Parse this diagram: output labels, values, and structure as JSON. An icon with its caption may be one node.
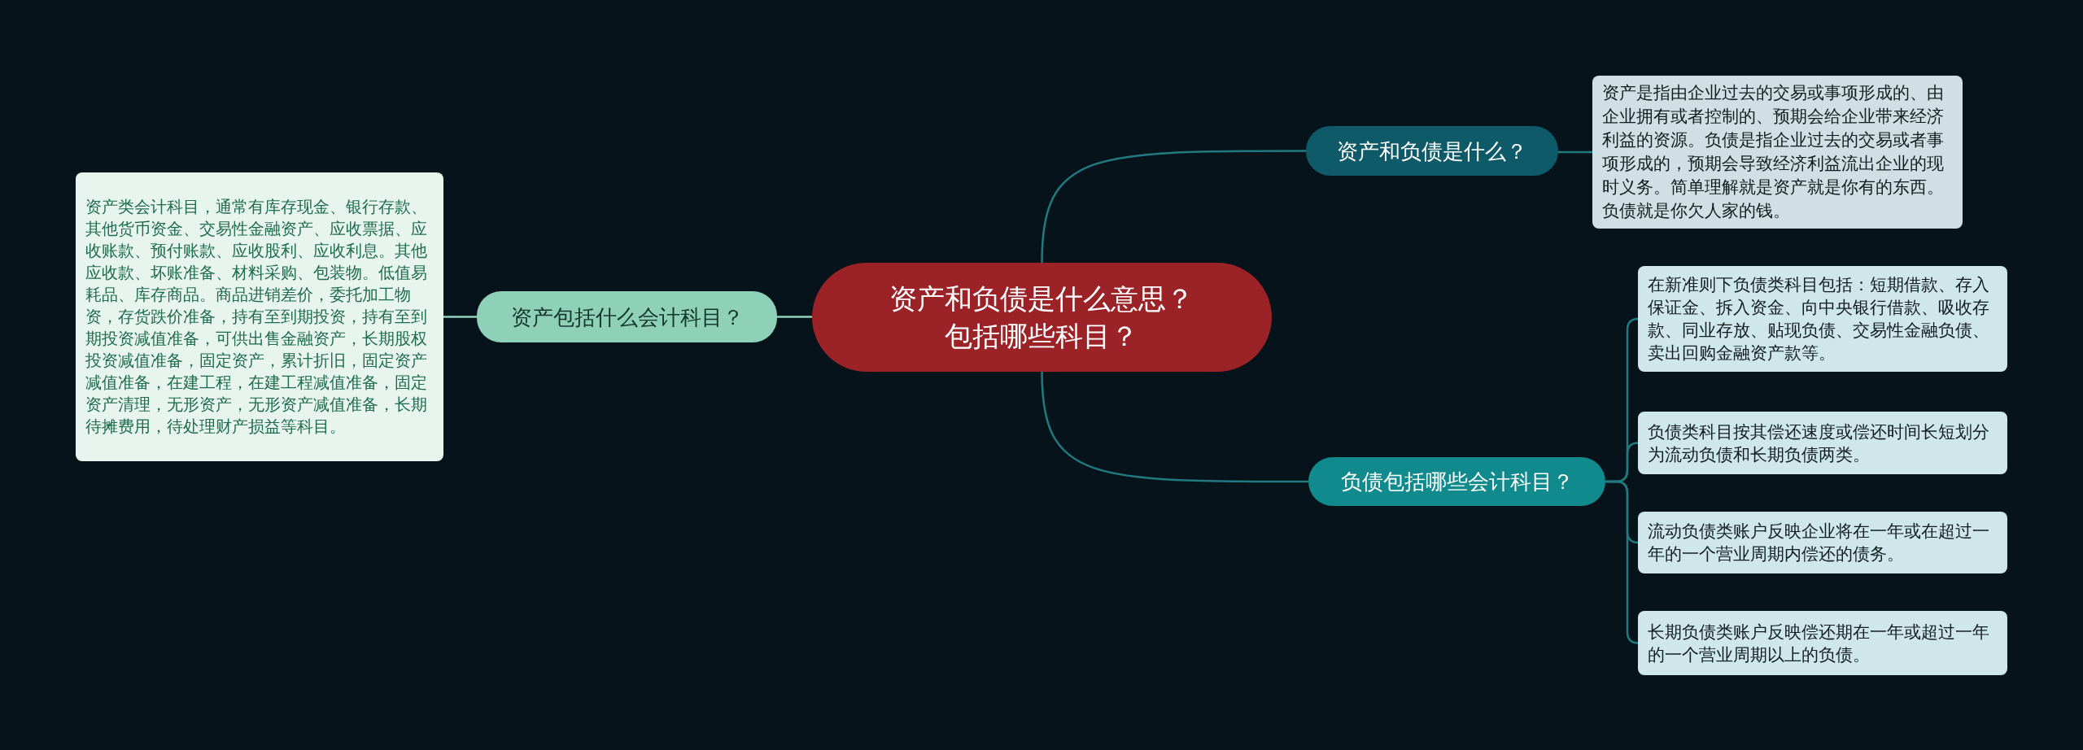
{
  "diagram": {
    "nodes": [
      {
        "text": [
          "资产和负债是什么意思？包括哪些科目？"
        ]
      },
      {
        "text": [
          "资产和负债是什么？"
        ]
      },
      {
        "text": [
          "资产是指由企业过去的交易或事项形成的、由企业拥有或者控制的、预期会给企业带来经济利益的资源。负债是指企业过去的交易或者事项形成的，预期会导致经济利益流出企业的现时义务。简单理解就是资产就是你有的东西。负债就是你欠人家的钱。"
        ]
      },
      {
        "text": [
          "负债包括哪些会计科目？"
        ]
      },
      {
        "text": [
          "在新准则下负债类科目包括：短期借款、存入保证金、拆入资金、向中央银行借款、吸收存款、同业存放、贴现负债、交易性金融负债、卖出回购金融资产款等。"
        ]
      },
      {
        "text": [
          "负债类科目按其偿还速度或偿还时间长短划分为流动负债和长期负债两类。"
        ]
      },
      {
        "text": [
          "流动负债类账户反映企业将在一年或在超过一年的一个营业周期内偿还的债务。"
        ]
      },
      {
        "text": [
          "长期负债类账户反映偿还期在一年或超过一年的一个营业周期以上的负债。"
        ]
      },
      {
        "text": [
          "资产包括什么会计科目？"
        ]
      },
      {
        "text": [
          "资产类会计科目，通常有库存现金、银行存款、其他货币资金、交易性金融资产、应收票据、应收账款、预付账款、应收股利、应收利息。其他应收款、坏账准备、材料采购、包装物。低值易耗品、库存商品。商品进销差价，委托加工物资，存货跌价准备，持有至到期投资，持有至到期投资减值准备，可供出售金融资产，长期股权投资减值准备，固定资产，累计折旧，固定资产减值准备，在建工程，在建工程减值准备，固定资产清理，无形资产，无形资产减值准备，长期待摊费用，待处理财产损益等科目。"
        ]
      }
    ],
    "edges": [
      {
        "from": 0,
        "to": 1,
        "arrow": "none"
      },
      {
        "from": 1,
        "to": 2,
        "arrow": "none"
      },
      {
        "from": 0,
        "to": 3,
        "arrow": "none"
      },
      {
        "from": 3,
        "to": 4,
        "arrow": "none"
      },
      {
        "from": 3,
        "to": 5,
        "arrow": "none"
      },
      {
        "from": 3,
        "to": 6,
        "arrow": "none"
      },
      {
        "from": 3,
        "to": 7,
        "arrow": "none"
      },
      {
        "from": 0,
        "to": 8,
        "arrow": "none",
        "color": "#8fd0b8"
      },
      {
        "from": 8,
        "to": 9,
        "arrow": "none",
        "color": "#8fd0b8"
      }
    ]
  }
}
